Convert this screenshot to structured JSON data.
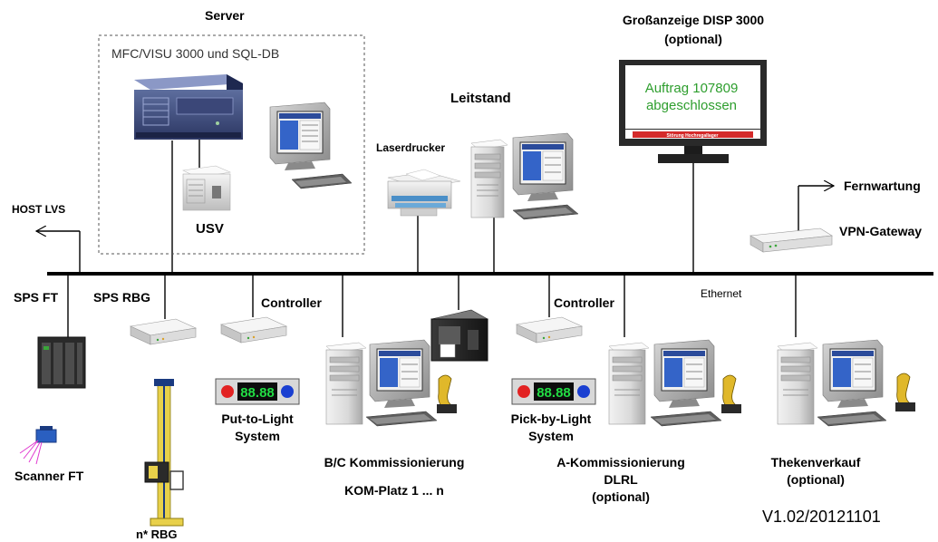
{
  "server": {
    "title": "Server",
    "software": "MFC/VISU  3000 und SQL-DB",
    "ups": "USV"
  },
  "display": {
    "title": "Großanzeige DISP 3000",
    "optional": "(optional)",
    "screen_line1": "Auftrag 107809",
    "screen_line2": "abgeschlossen",
    "ticker": "Störung Hochregallager",
    "colors": {
      "screen_text": "#2e9e2e",
      "ticker_bg": "#d42a2a"
    }
  },
  "control_station": {
    "title": "Leitstand",
    "printer": "Laserdrucker"
  },
  "remote": {
    "maintenance": "Fernwartung",
    "gateway": "VPN-Gateway"
  },
  "host": "HOST LVS",
  "network": "Ethernet",
  "nodes": {
    "sps_ft": "SPS FT",
    "scanner_ft": "Scanner FT",
    "sps_rbg": "SPS RBG",
    "rbg": "n* RBG",
    "controller1": "Controller",
    "ptl_line1": "Put-to-Light",
    "ptl_line2": "System",
    "bc_line1": "B/C Kommissionierung",
    "bc_line2": "KOM-Platz 1 ... n",
    "controller2": "Controller",
    "pbl_line1": "Pick-by-Light",
    "pbl_line2": "System",
    "a_line1": "A-Kommissionierung",
    "a_line2": "DLRL",
    "a_line3": "(optional)",
    "counter_line1": "Thekenverkauf",
    "counter_line2": "(optional)"
  },
  "light_display_digits": "88.88",
  "version": "V1.02/20121101"
}
